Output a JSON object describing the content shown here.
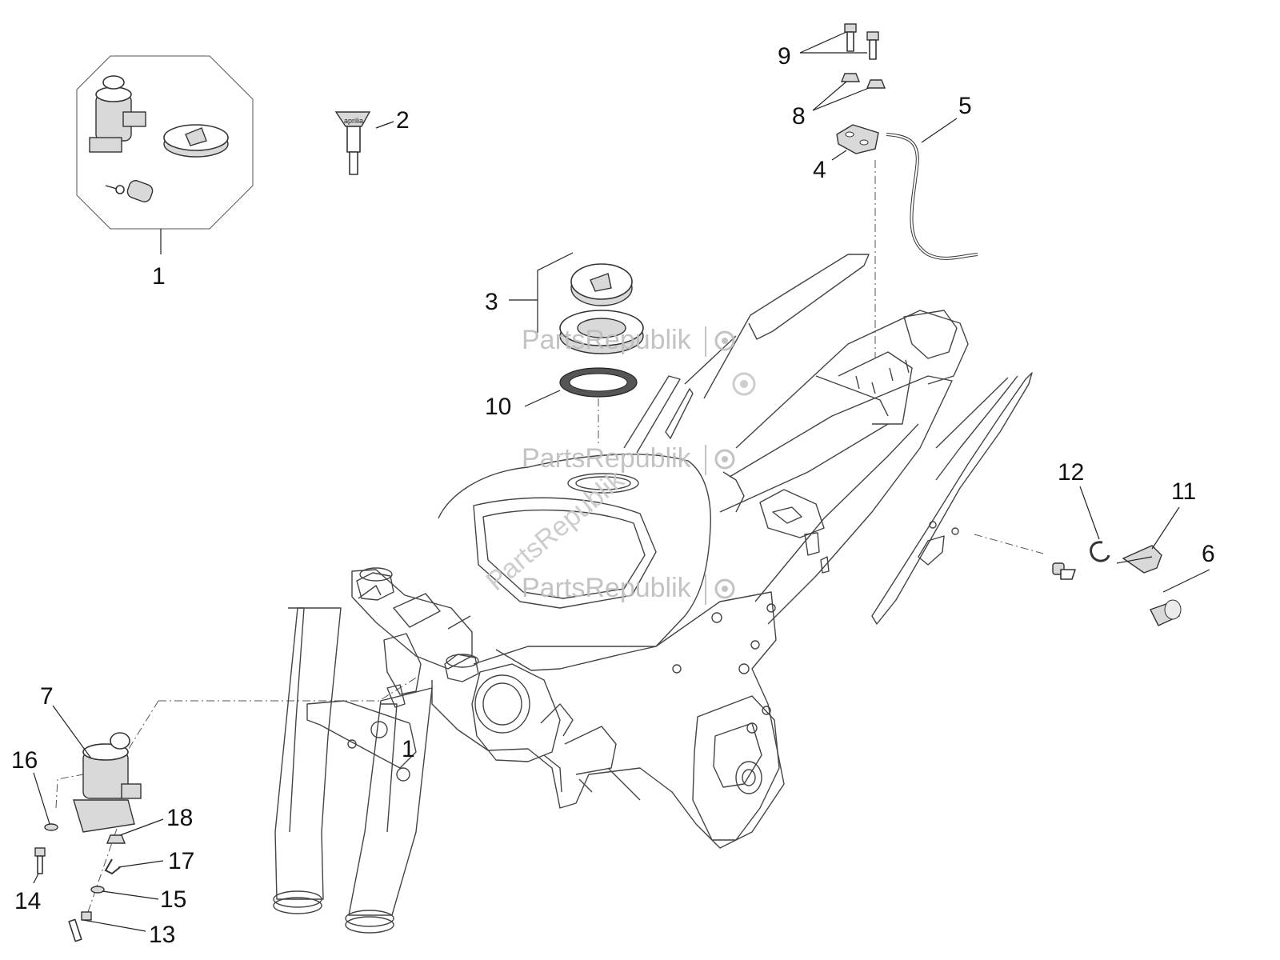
{
  "watermark": {
    "text": "PartsRepublik"
  },
  "callouts": {
    "c1": "1",
    "c1b": "1",
    "c2": "2",
    "c3": "3",
    "c4": "4",
    "c5": "5",
    "c6": "6",
    "c7": "7",
    "c8": "8",
    "c9": "9",
    "c10": "10",
    "c11": "11",
    "c12": "12",
    "c13": "13",
    "c14": "14",
    "c15": "15",
    "c16": "16",
    "c17": "17",
    "c18": "18"
  },
  "key_brand_text": "aprilia"
}
